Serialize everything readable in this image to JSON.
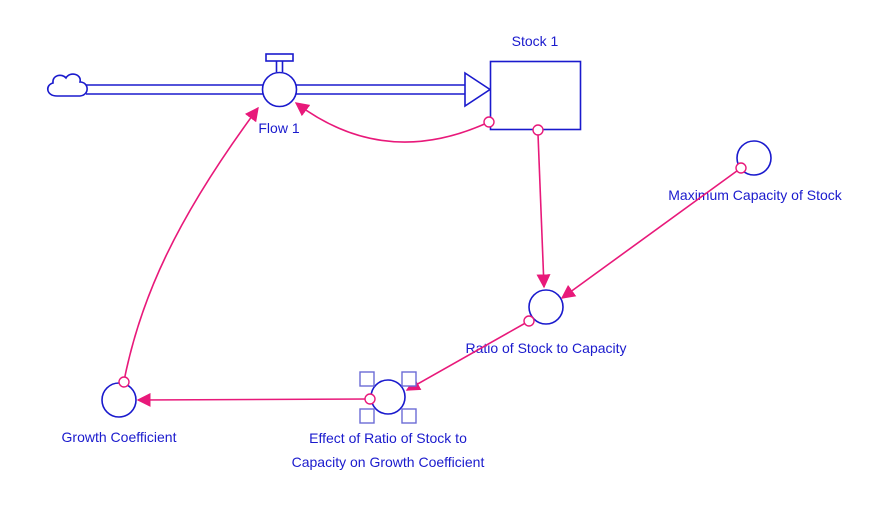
{
  "colors": {
    "element": "#1a1acd",
    "link": "#e8197a",
    "selection": "#6b6bd6",
    "background": "#ffffff"
  },
  "elements": {
    "stock": {
      "label": "Stock 1",
      "type": "stock"
    },
    "flow": {
      "label": "Flow 1",
      "type": "flow",
      "source": "cloud-icon"
    },
    "max_capacity": {
      "label": "Maximum Capacity of Stock",
      "type": "converter"
    },
    "ratio": {
      "label": "Ratio of Stock to Capacity",
      "type": "converter"
    },
    "effect": {
      "label_line1": "Effect of Ratio of Stock to",
      "label_line2": "Capacity on Growth Coefficient",
      "type": "converter",
      "selected": true
    },
    "growth": {
      "label": "Growth Coefficient",
      "type": "converter"
    }
  },
  "links": [
    {
      "from": "Stock 1",
      "to": "Flow 1"
    },
    {
      "from": "Stock 1",
      "to": "Ratio of Stock to Capacity"
    },
    {
      "from": "Maximum Capacity of Stock",
      "to": "Ratio of Stock to Capacity"
    },
    {
      "from": "Ratio of Stock to Capacity",
      "to": "Effect of Ratio of Stock to Capacity on Growth Coefficient"
    },
    {
      "from": "Effect of Ratio of Stock to Capacity on Growth Coefficient",
      "to": "Growth Coefficient"
    },
    {
      "from": "Growth Coefficient",
      "to": "Flow 1"
    }
  ]
}
